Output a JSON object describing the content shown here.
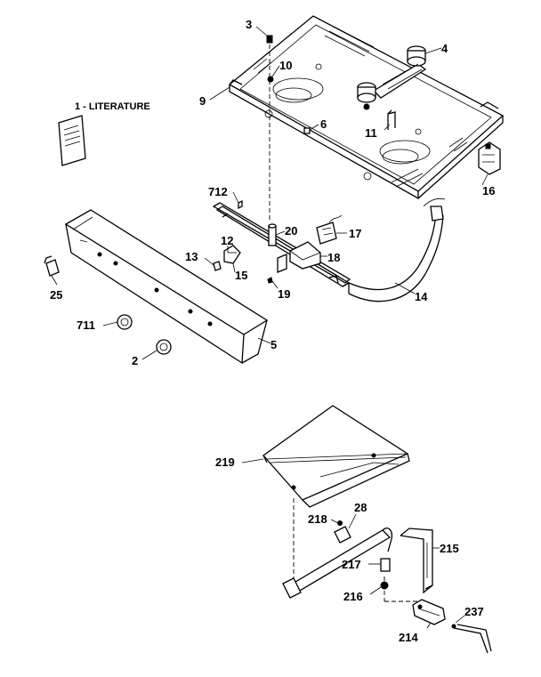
{
  "labels": {
    "l3": "3",
    "l4": "4",
    "l10": "10",
    "l9": "9",
    "l6": "6",
    "l11": "11",
    "l16": "16",
    "literature": "1 - LITERATURE",
    "l712": "712",
    "l20": "20",
    "l17": "17",
    "l12": "12",
    "l13": "13",
    "l15": "15",
    "l18": "18",
    "l19": "19",
    "l14": "14",
    "l25": "25",
    "l711": "711",
    "l5": "5",
    "l2": "2",
    "l219": "219",
    "l218": "218",
    "l28": "28",
    "l215": "215",
    "l217": "217",
    "l216": "216",
    "l237": "237",
    "l214": "214"
  }
}
